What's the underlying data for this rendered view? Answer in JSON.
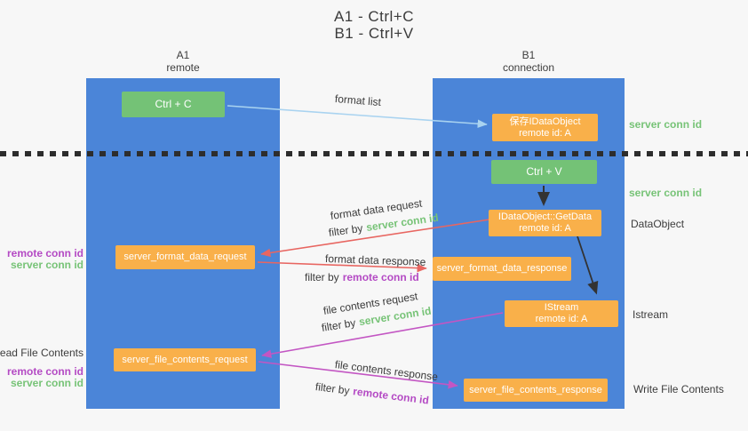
{
  "title": {
    "line1": "A1 - Ctrl+C",
    "line2": "B1 - Ctrl+V"
  },
  "columns": {
    "left": {
      "name": "A1",
      "role": "remote"
    },
    "right": {
      "name": "B1",
      "role": "connection"
    }
  },
  "nodes": {
    "ctrl_c": {
      "label": "Ctrl + C"
    },
    "save_idataobject": {
      "line1": "保存IDataObject",
      "line2": "remote id: A"
    },
    "ctrl_v": {
      "label": "Ctrl + V"
    },
    "getdata": {
      "line1": "IDataObject::GetData",
      "line2": "remote id: A"
    },
    "format_request": {
      "label": "server_format_data_request"
    },
    "format_response": {
      "label": "server_format_data_response"
    },
    "istream": {
      "line1": "IStream",
      "line2": "remote id: A"
    },
    "file_request": {
      "label": "server_file_contents_request"
    },
    "file_response": {
      "label": "server_file_contents_response"
    }
  },
  "flow_labels": {
    "format_list": "format list",
    "format_data_request": "format data request",
    "format_data_response": "format data response",
    "file_contents_request": "file contents request",
    "file_contents_response": "file contents response",
    "filter_by": "filter by",
    "server_conn_id": "server conn id",
    "remote_conn_id": "remote conn id"
  },
  "side_labels": {
    "server_conn_id_top": "server conn id",
    "server_conn_id_mid": "server conn id",
    "dataobject": "DataObject",
    "istream": "Istream",
    "write_file_contents": "Write File Contents",
    "read_file_contents": "Read File Contents",
    "left_remote_conn_id": "remote conn id",
    "left_server_conn_id": "server conn id",
    "read_remote_conn_id": "remote conn id",
    "read_server_conn_id": "server conn id"
  },
  "colors": {
    "column_blue": "#4b85d8",
    "box_green": "#74c276",
    "box_orange": "#f9b04a",
    "arrow_light_blue": "#a9d3f0",
    "arrow_black": "#333333",
    "arrow_red": "#e86661",
    "arrow_magenta": "#c356c3",
    "label_green": "#77c377",
    "label_purple": "#b44ac4",
    "background": "#f7f7f7"
  }
}
